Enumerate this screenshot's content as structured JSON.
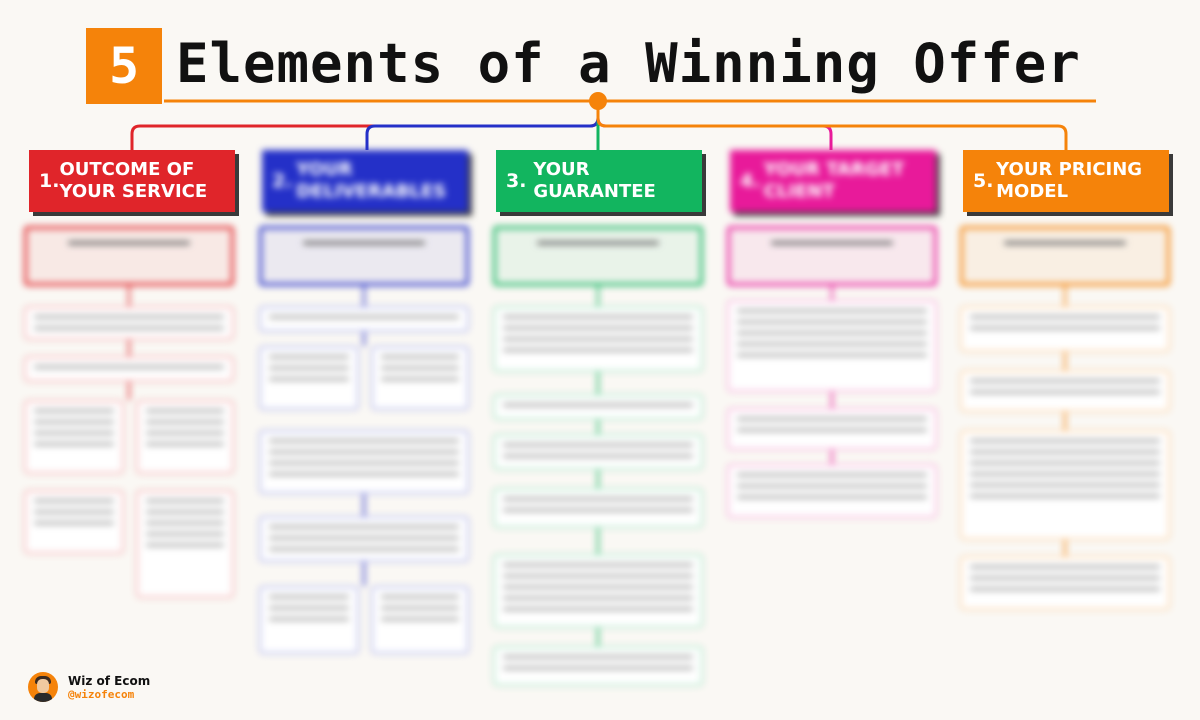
{
  "title": {
    "number": "5",
    "text": "Elements of a Winning Offer"
  },
  "colors": {
    "accent": "#f5830a",
    "red": "#e0252a",
    "blue": "#2430c8",
    "green": "#12b55f",
    "pink": "#e81a9a",
    "orange": "#f5830a"
  },
  "elements": [
    {
      "number": "1.",
      "label": "OUTCOME OF YOUR SERVICE",
      "blurred": false
    },
    {
      "number": "2.",
      "label": "YOUR DELIVERABLES",
      "blurred": true
    },
    {
      "number": "3.",
      "label": "YOUR GUARANTEE",
      "blurred": false
    },
    {
      "number": "4.",
      "label": "YOUR TARGET CLIENT",
      "blurred": true
    },
    {
      "number": "5.",
      "label": "YOUR PRICING MODEL",
      "blurred": false
    }
  ],
  "footer": {
    "name": "Wiz of Ecom",
    "handle": "@wizofecom",
    "icon": "avatar-icon"
  }
}
